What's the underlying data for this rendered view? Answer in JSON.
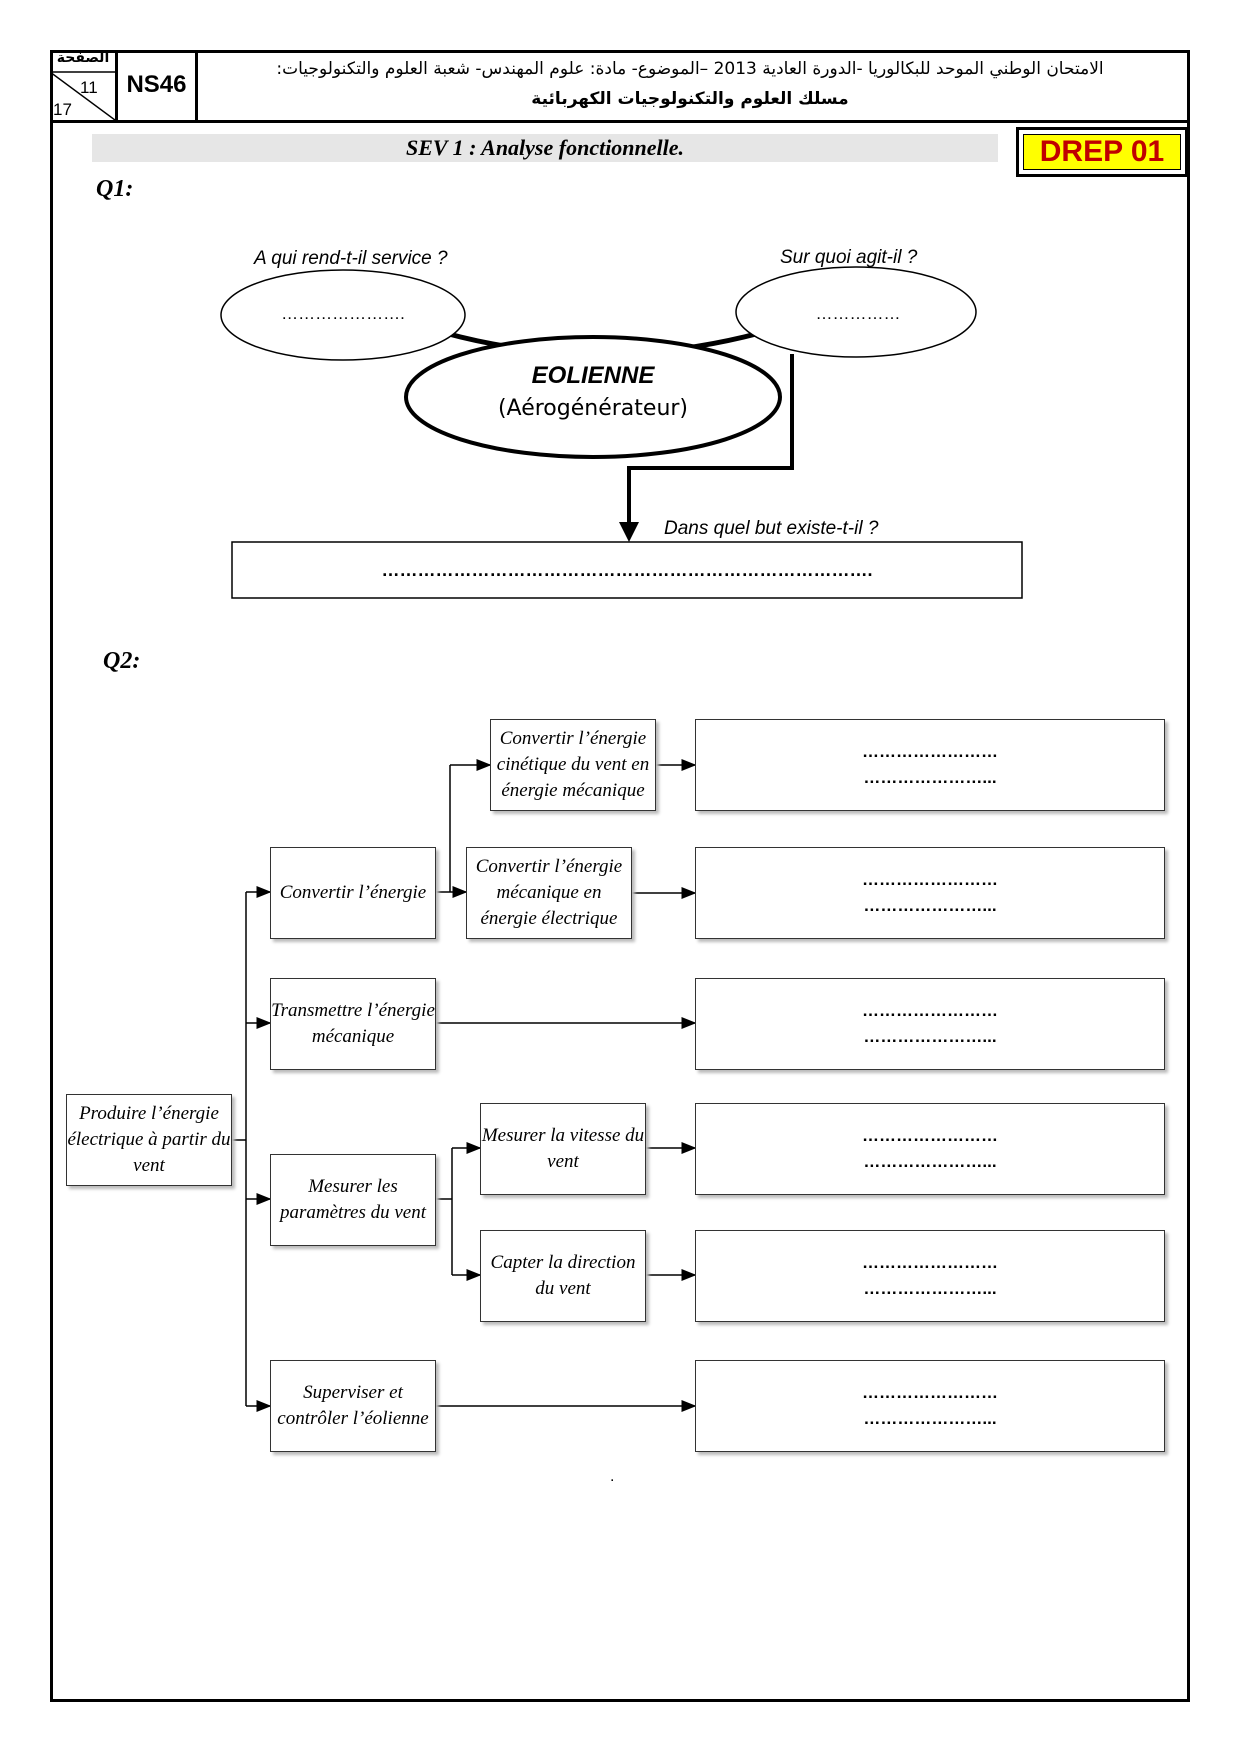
{
  "header": {
    "page_label": "الصفحة",
    "page_num": "11",
    "page_total": "17",
    "code": "NS46",
    "line1": "الامتحان الوطني الموحد للبكالوريا -الدورة العادية 2013 –الموضوع- مادة: علوم المهندس- شعبة العلوم والتكنولوجيات:",
    "line2": "مسلك العلوم والتكنولوجيات الكهربائية"
  },
  "sev_title": "SEV 1 : Analyse fonctionnelle.",
  "drep": "DREP 01",
  "q1": {
    "label": "Q1:",
    "left_question": "A qui rend-t-il service ?",
    "right_question": "Sur quoi agit-il ?",
    "left_dots": "………………….",
    "right_dots": "……………",
    "center_title": "EOLIENNE",
    "center_sub": "(Aérogénérateur)",
    "bottom_question": "Dans quel but existe-t-il ?",
    "bottom_dots": "………………………………………………………………………."
  },
  "q2": {
    "label": "Q2:",
    "root": "Produire l’énergie électrique à partir du vent",
    "f1": "Convertir l’énergie",
    "f1a": "Convertir l’énergie cinétique du vent en énergie mécanique",
    "f1b": "Convertir l’énergie mécanique en énergie électrique",
    "f2": "Transmettre l’énergie mécanique",
    "f3": "Mesurer les paramètres du vent",
    "f3a": "Mesurer la vitesse du vent",
    "f3b": "Capter la direction du vent",
    "f4": "Superviser et contrôler l’éolienne",
    "dots1": "……………………",
    "dots2": "…………………..."
  },
  "footer_dot": "."
}
